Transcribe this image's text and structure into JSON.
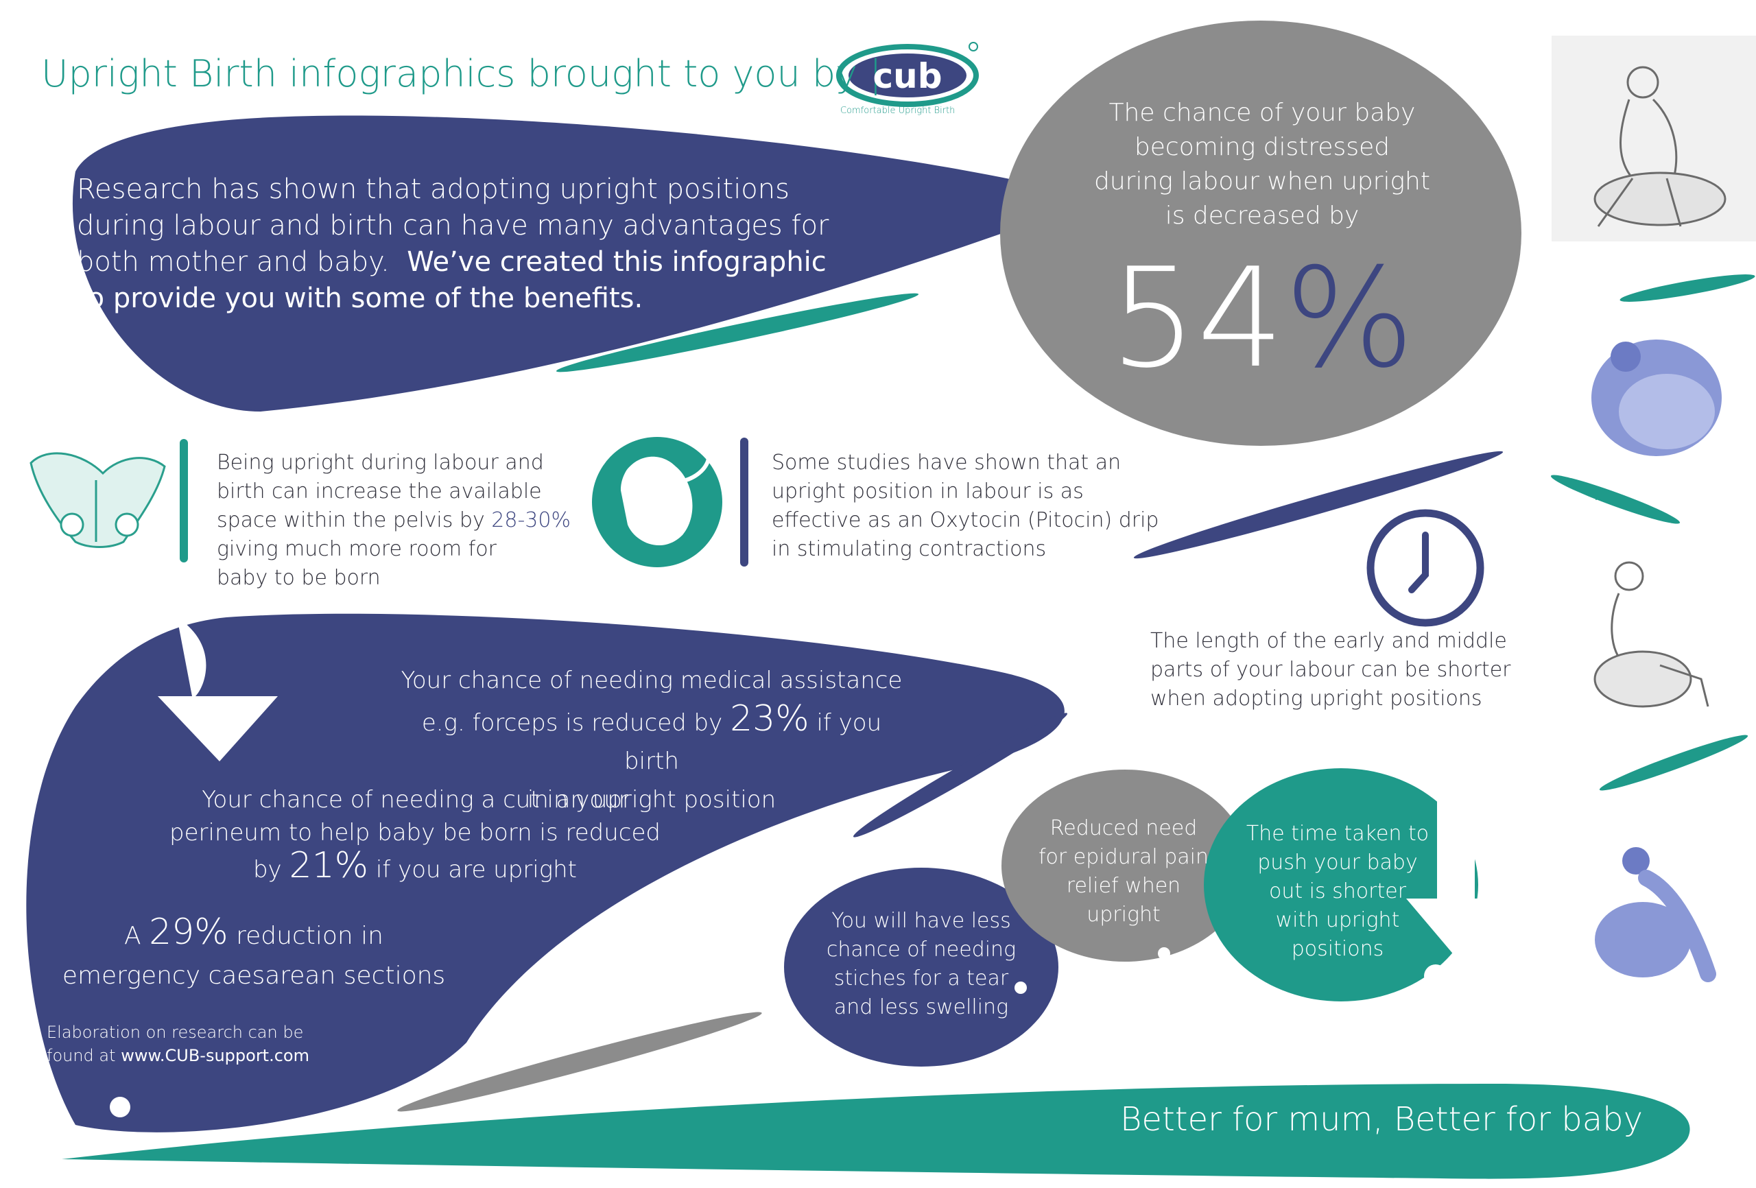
{
  "header": {
    "title_bold": "Upright Birth",
    "title_rest": "infographics brought to you by |",
    "logo_text": "cub",
    "logo_tagline": "Comfortable Upright Birth"
  },
  "intro": {
    "line1": "Research has shown that adopting upright positions",
    "line2": "during labour and birth can have many advantages for",
    "line3a": "both mother and baby.",
    "line3b": "We’ve created this infographic",
    "line4": "to provide you with some of the benefits."
  },
  "stat_54": {
    "lines": [
      "The chance of your baby",
      "becoming distressed",
      "during labour when upright",
      "is decreased by"
    ],
    "number": "54",
    "percent": "%"
  },
  "pelvis": {
    "lines": [
      "Being upright during labour and",
      "birth can increase the available"
    ],
    "line3a": "space within the pelvis by",
    "highlight": "28-30%",
    "lines_end": [
      "giving much more room for",
      "baby to be born"
    ]
  },
  "oxytocin": {
    "lines": [
      "Some studies have shown that an",
      "upright position in labour is as",
      "effective as an Oxytocin (Pitocin) drip",
      "in stimulating contractions"
    ]
  },
  "labour_length": {
    "lines": [
      "The length of the early and middle",
      "parts of your labour can be shorter",
      "when adopting upright positions"
    ]
  },
  "forceps": {
    "line1": "Your chance of needing medical assistance",
    "line2a": "e.g. forceps is reduced by",
    "value": "23%",
    "line2b": "if you birth",
    "line3": "in an upright position"
  },
  "cut": {
    "line1": "Your chance of needing a cut in your",
    "line2": "perineum to help baby be born is reduced",
    "line3a": "by",
    "value": "21%",
    "line3b": "if you are upright"
  },
  "caesarean": {
    "line1a": "A",
    "value": "29%",
    "line1b": "reduction in",
    "line2": "emergency caesarean sections"
  },
  "elaboration": {
    "line1": "Elaboration on research can be",
    "line2a": "found at",
    "url": "www.CUB-support.com"
  },
  "bubbles": {
    "stitches": [
      "You will have less",
      "chance of needing",
      "stiches for a tear",
      "and less swelling"
    ],
    "epidural": [
      "Reduced need",
      "for epidural pain",
      "relief when",
      "upright"
    ],
    "push": [
      "The time taken to",
      "push your baby",
      "out is shorter",
      "with upright",
      "positions"
    ]
  },
  "footer": {
    "slogan": "Better for mum, Better for baby"
  },
  "colors": {
    "navy": "#3d4680",
    "teal": "#1f9a8a",
    "grey": "#8c8c8c",
    "photo_blue": "#8a98d6"
  },
  "icons": [
    "pelvis-icon",
    "fetus-icon",
    "clock-icon",
    "down-arrow-icon",
    "cub-logo-icon"
  ]
}
